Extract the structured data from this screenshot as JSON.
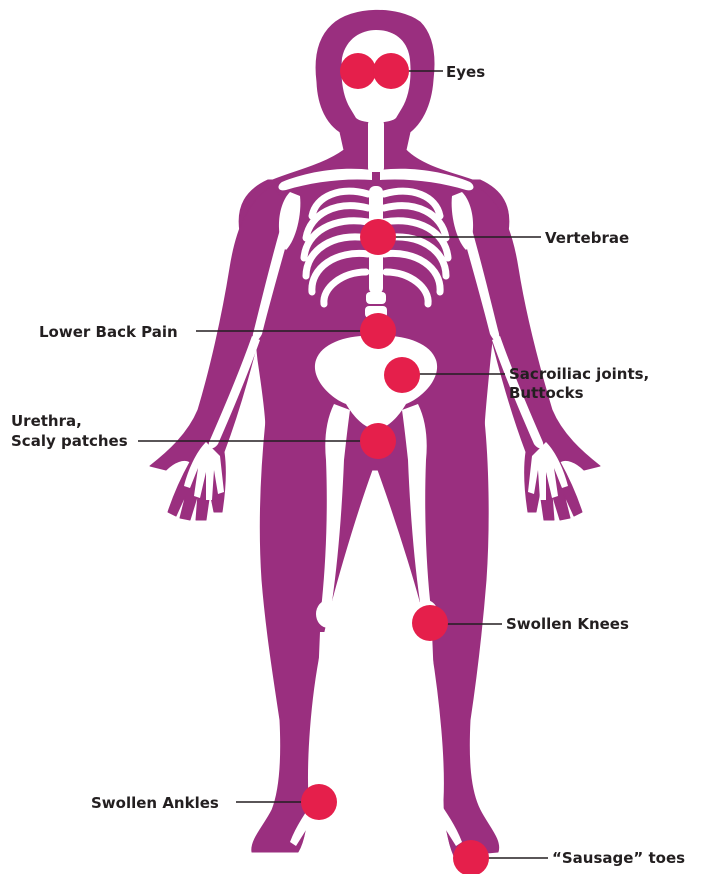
{
  "colors": {
    "body": "#9a2f7f",
    "bone": "#ffffff",
    "marker": "#e51f4b",
    "line": "#231f20"
  },
  "labels": {
    "eyes": "Eyes",
    "vertebrae": "Vertebrae",
    "lower_back_pain": "Lower Back Pain",
    "sacroiliac_line1": "Sacroiliac joints,",
    "sacroiliac_line2": "Buttocks",
    "urethra_line1": "Urethra,",
    "urethra_line2": "Scaly patches",
    "swollen_knees": "Swollen Knees",
    "swollen_ankles": "Swollen Ankles",
    "sausage_toes": "“Sausage” toes"
  }
}
